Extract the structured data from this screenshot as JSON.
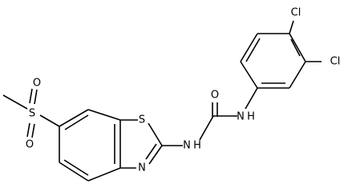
{
  "atoms": {
    "cl_para": "Cl",
    "cl_meta": "Cl",
    "n_amide_upper": "N",
    "h_amide_upper": "H",
    "o_carbonyl": "O",
    "n_amide_lower": "N",
    "h_amide_lower": "H",
    "s_thiazole": "S",
    "n_thiazole": "N",
    "s_sulfonyl": "S",
    "o_sulfonyl_upper": "O",
    "o_sulfonyl_lower": "O"
  }
}
